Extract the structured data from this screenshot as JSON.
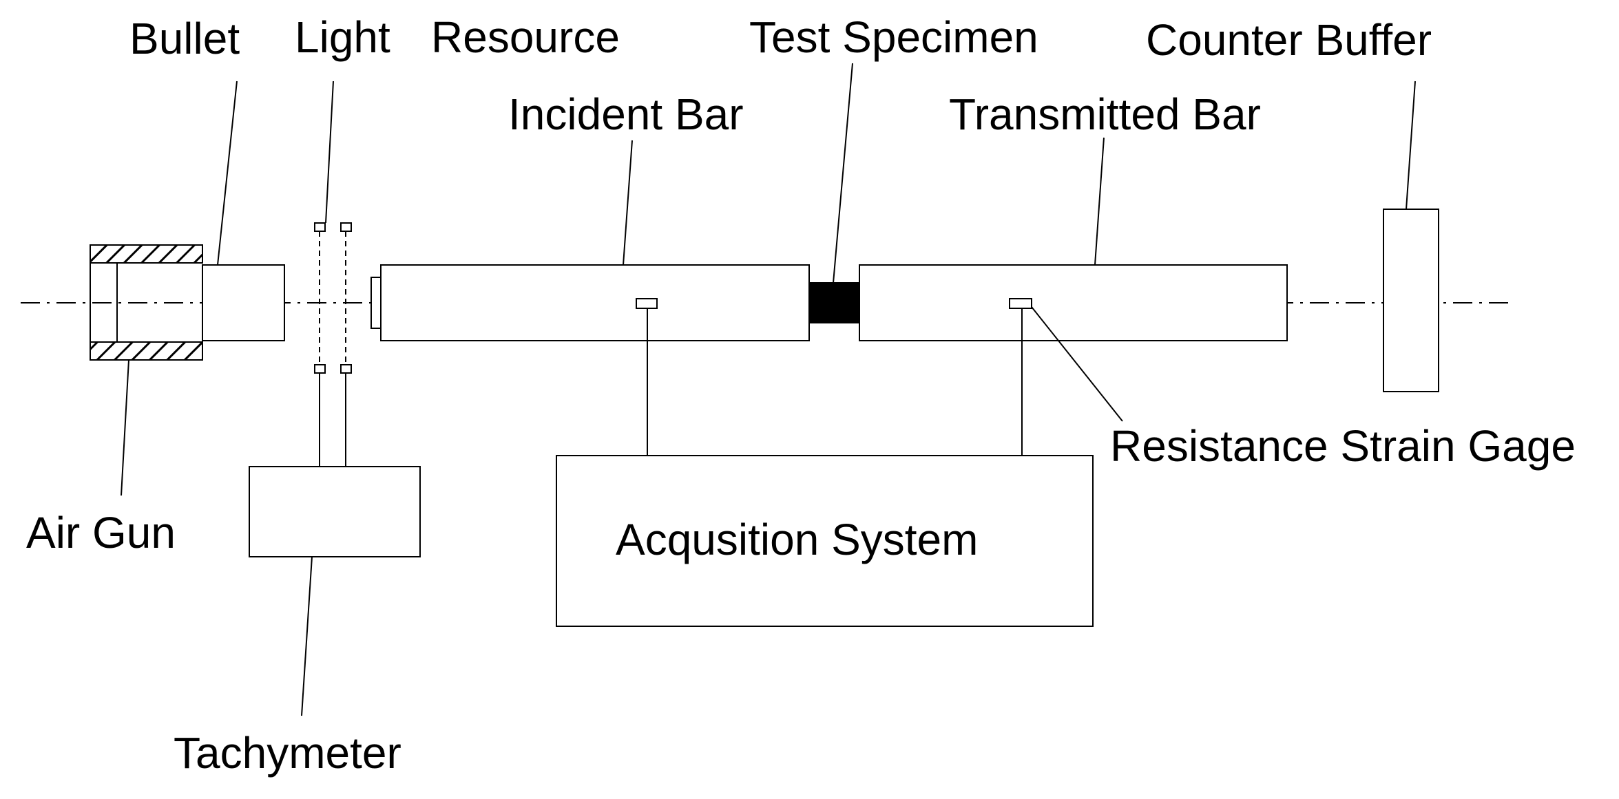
{
  "labels": {
    "bullet": "Bullet",
    "light_resource_1": "Light",
    "light_resource_2": "Resource",
    "test_specimen": "Test Specimen",
    "counter_buffer": "Counter Buffer",
    "incident_bar": "Incident Bar",
    "transmitted_bar": "Transmitted Bar",
    "resistance_strain_gage": "Resistance Strain Gage",
    "air_gun": "Air Gun",
    "acquisition_system": "Acqusition System",
    "tachymeter": "Tachymeter"
  },
  "colors": {
    "line": "#000000",
    "specimen_fill": "#000000",
    "background": "#ffffff"
  }
}
